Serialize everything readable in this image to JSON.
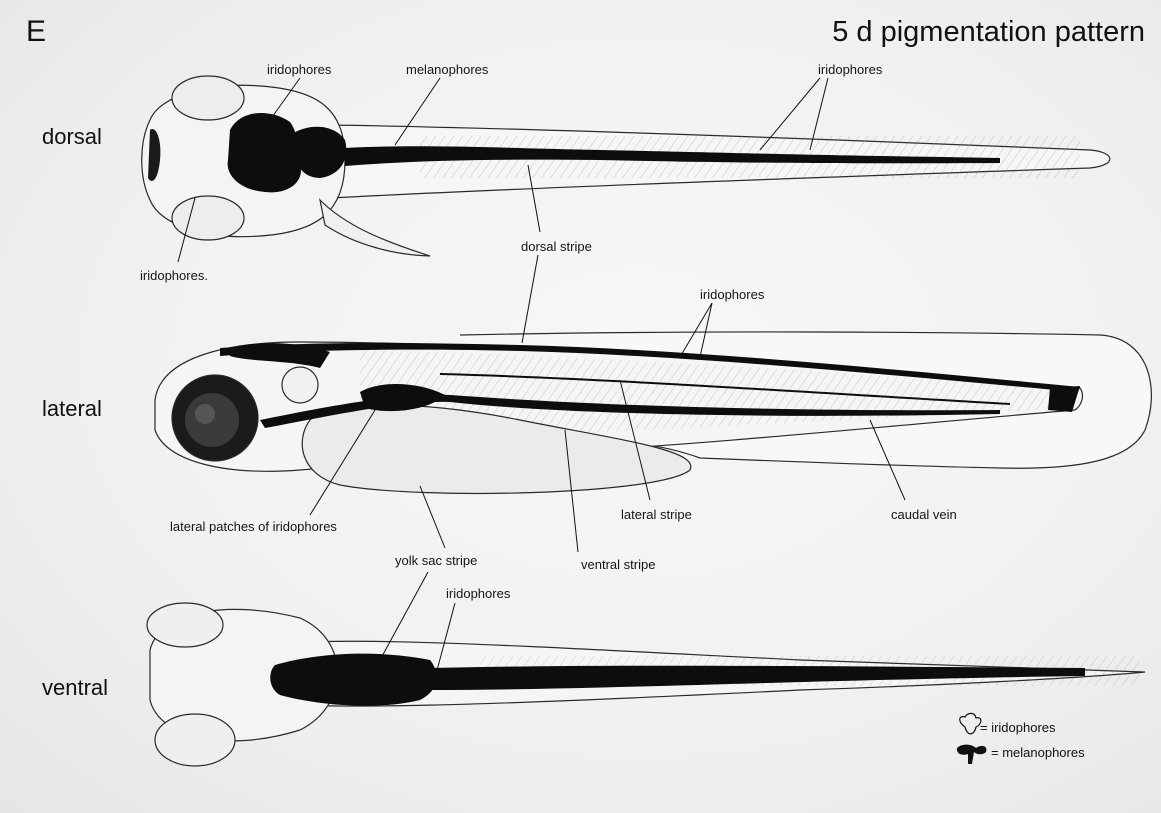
{
  "panel": {
    "letter": "E",
    "title": "5 d pigmentation pattern"
  },
  "views": {
    "dorsal": "dorsal",
    "lateral": "lateral",
    "ventral": "ventral"
  },
  "labels": {
    "dorsal_iridophores_head": "iridophores",
    "dorsal_melanophores": "melanophores",
    "dorsal_iridophores_tail": "iridophores",
    "dorsal_iridophores_eye": "iridophores.",
    "dorsal_stripe": "dorsal stripe",
    "lateral_iridophores": "iridophores",
    "lateral_patches": "lateral patches of iridophores",
    "lateral_stripe": "lateral stripe",
    "caudal_vein": "caudal vein",
    "yolk_sac_stripe": "yolk sac stripe",
    "ventral_stripe": "ventral stripe",
    "ventral_iridophores": "iridophores"
  },
  "legend": {
    "iridophores": "= iridophores",
    "melanophores": "= melanophores"
  },
  "colors": {
    "ink": "#1a1a1a",
    "pigment": "#0d0d0d",
    "paper": "#f3f3f1"
  }
}
